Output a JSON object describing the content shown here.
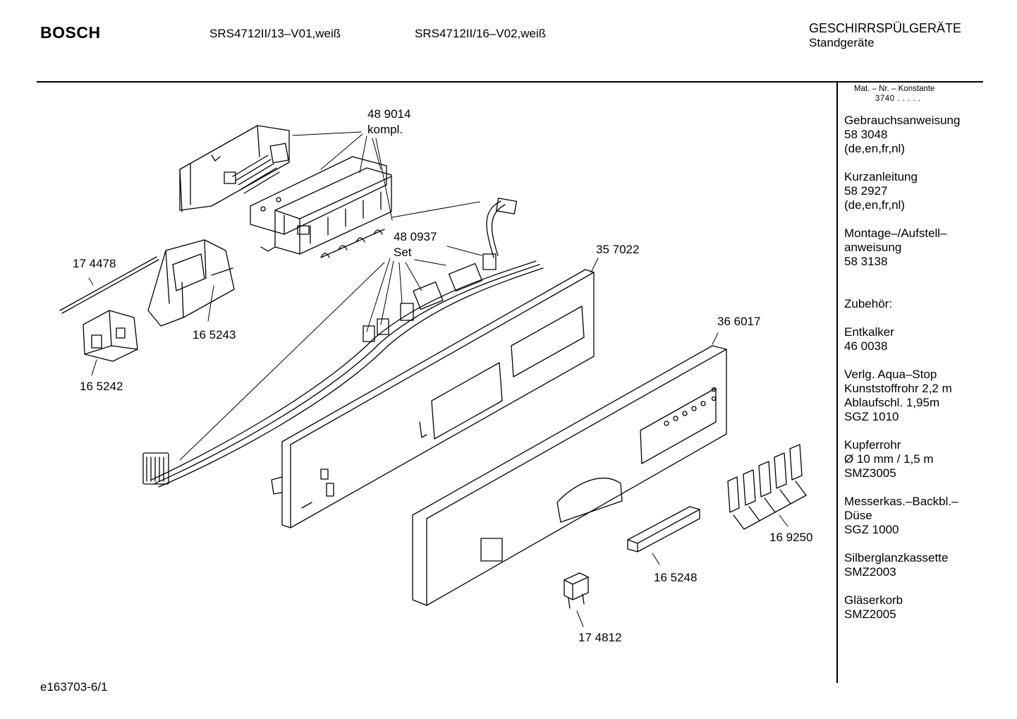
{
  "header": {
    "brand": "BOSCH",
    "model_1": "SRS4712II/13–V01,weiß",
    "model_2": "SRS4712II/16–V02,weiß",
    "category_1": "GESCHIRRSPÜLGERÄTE",
    "category_2": "Standgeräte"
  },
  "sidebar": {
    "mat_nr_label": "Mat. – Nr. – Konstante",
    "mat_nr_value": "3740 .  .  .  .  .",
    "entries": [
      {
        "lines": [
          "Gebrauchsanweisung",
          "58 3048",
          "(de,en,fr,nl)"
        ]
      },
      {
        "lines": [
          "Kurzanleitung",
          "58 2927",
          "(de,en,fr,nl)"
        ]
      },
      {
        "lines": [
          "Montage–/Aufstell–",
          "anweisung",
          "58 3138"
        ]
      },
      {
        "lines": [
          "Zubehör:"
        ]
      },
      {
        "lines": [
          "Entkalker",
          "46 0038"
        ]
      },
      {
        "lines": [
          "Verlg. Aqua–Stop",
          "Kunststoffrohr 2,2 m",
          "Ablaufschl. 1,95m",
          "SGZ 1010"
        ]
      },
      {
        "lines": [
          "Kupferrohr",
          "Ø 10 mm / 1,5 m",
          "SMZ3005"
        ]
      },
      {
        "lines": [
          "Messerkas.–Backbl.–",
          "Düse",
          "SGZ 1000"
        ]
      },
      {
        "lines": [
          "Silberglanzkassette",
          "SMZ2003"
        ]
      },
      {
        "lines": [
          "Gläserkorb",
          "SMZ2005"
        ]
      }
    ]
  },
  "parts": {
    "p489014": "48 9014",
    "p489014_note": "kompl.",
    "p480937": "48 0937",
    "p480937_note": "Set",
    "p357022": "35 7022",
    "p366017": "36 6017",
    "p174478": "17 4478",
    "p165243": "16 5243",
    "p165242": "16 5242",
    "p169250": "16 9250",
    "p165248": "16 5248",
    "p174812": "17 4812"
  },
  "footer": {
    "code": "e163703-6/1"
  }
}
